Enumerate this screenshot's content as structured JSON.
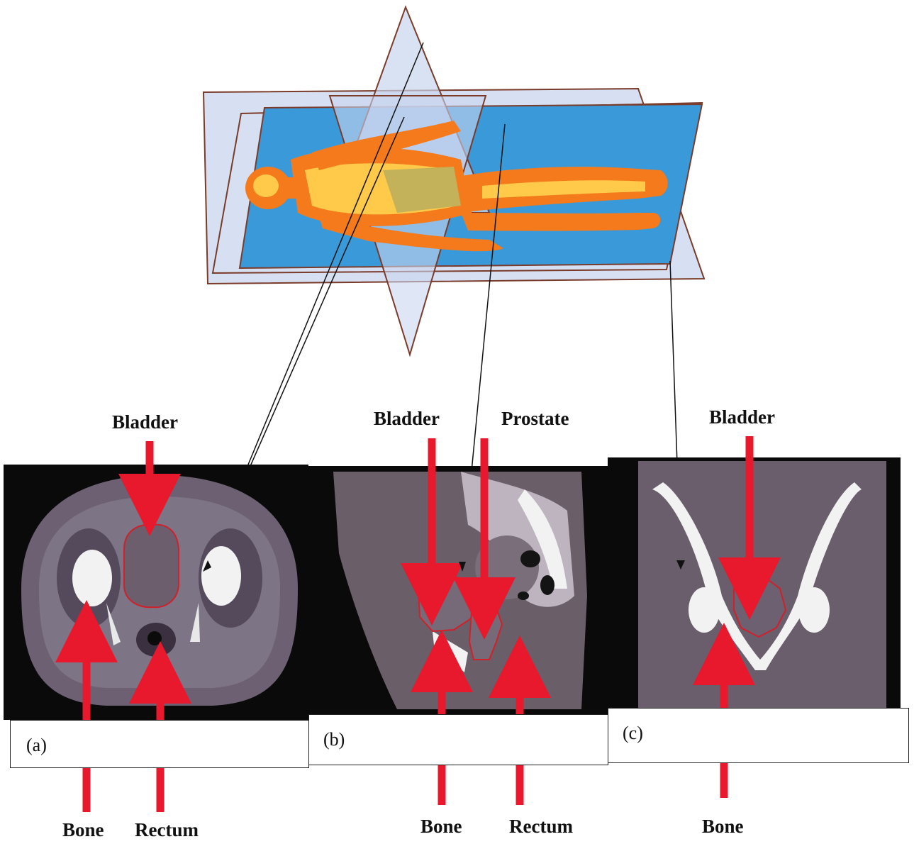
{
  "panels": [
    {
      "id": "a",
      "caption": "(a)",
      "top_labels": [
        "Bladder"
      ],
      "bottom_labels": [
        "Bone",
        "Rectum"
      ]
    },
    {
      "id": "b",
      "caption": "(b)",
      "top_labels": [
        "Bladder",
        "Prostate"
      ],
      "bottom_labels": [
        "Bone",
        "Rectum"
      ]
    },
    {
      "id": "c",
      "caption": "(c)",
      "top_labels": [
        "Bladder"
      ],
      "bottom_labels": [
        "Bone"
      ]
    }
  ],
  "colors": {
    "arrow_red": "#e8192c",
    "plane_light": "#c9d6ee",
    "plane_blue": "#3a9ad9",
    "plane_edge": "#7a3b2a",
    "body_orange": "#f47a1c",
    "body_yellow": "#ffc94a",
    "scan_bg": "#0a0a0a",
    "contour_red": "#d0202a"
  }
}
